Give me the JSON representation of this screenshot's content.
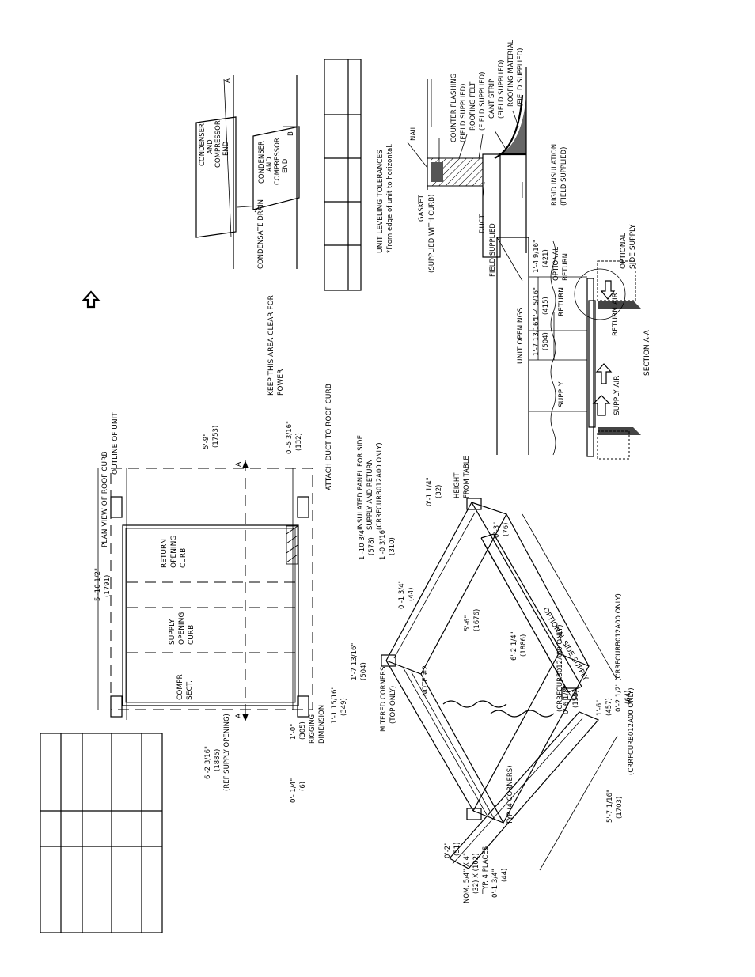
{
  "plan_view": {
    "label_plan_view": "PLAN VIEW OF ROOF CURB",
    "label_outline": "OUTLINE OF UNIT",
    "compr_lines": [
      "COMPR",
      "SECT."
    ],
    "supply_lines": [
      "SUPPLY",
      "OPENING",
      "CURB"
    ],
    "return_lines": [
      "RETURN",
      "OPENING",
      "CURB"
    ],
    "dim_overall": "5'-10 1/2\"",
    "dim_overall_mm": "(1791)",
    "dim_supply_ref": "6'-2 3/16\"",
    "dim_supply_ref_mm": "(1885)",
    "dim_supply_ref_note": "(REF SUPPLY OPENING)",
    "dim_5_9": "5'-9\"",
    "dim_5_9_mm": "(1753)",
    "dim_0_5": "0'-5 3/16\"",
    "dim_0_5_mm": "(132)",
    "dim_1_10": "1'-10 3/4\"",
    "dim_1_10_mm": "(578)",
    "dim_1_0_3": "1'-0 3/16\"",
    "dim_1_0_3_mm": "(310)",
    "dim_1_7": "1'-7 13/16\"",
    "dim_1_7_mm": "(504)",
    "dim_1_1": "1'-1 15/16\"",
    "dim_1_1_mm": "(349)",
    "dim_1_0": "1'-0\"",
    "dim_1_0_mm": "(305)",
    "rigging_lines": [
      "RIGGING",
      "DIMENSION"
    ],
    "dim_0_1_4": "0'- 1/4\"",
    "dim_0_1_4_mm": "(6)",
    "keep_clear_lines": [
      "KEEP THIS AREA CLEAR FOR",
      "POWER"
    ],
    "attach_duct": "ATTACH DUCT TO ROOF CURB",
    "section_mark": "A"
  },
  "iso_view": {
    "insulated_panel_lines": [
      "INSULATED PANEL FOR SIDE",
      "SUPPLY AND RETURN",
      "(CRRFCURB012A00 ONLY)"
    ],
    "dim_0_1_34_top": "0'-1 3/4\"",
    "dim_0_1_34_top_mm": "(44)",
    "dim_0_1_14": "0'-1 1/4\"",
    "dim_0_1_14_mm": "(32)",
    "height_lines": [
      "HEIGHT",
      "FROM TABLE"
    ],
    "dim_0_3": "0'-3\"",
    "dim_0_3_mm": "(76)",
    "dim_5_6": "5'-6\"",
    "dim_5_6_mm": "(1676)",
    "dim_5_6_note": "(CRRFCURB012A00 ONLY)",
    "optional_side_supply": "OPTIONAL SIDE SUPPLY",
    "dim_6_2_14": "6'-2 1/4\"",
    "dim_6_2_14_mm": "(1886)",
    "note2": "NOTE #2",
    "mitered_lines": [
      "MITERED CORNERS",
      "(TOP ONLY)"
    ],
    "typ_corners": "TYP (4 CORNERS)",
    "dim_0_6": "0'-6 1/8\"",
    "dim_0_6_mm": "(155)",
    "dim_0_6_note": "(CRRFCURB012A00 ONLY)",
    "dim_0_2_12": "0'-2 1/2\" (CRRFCURB012A00 ONLY)",
    "dim_0_2_12_mm": "(64)",
    "dim_1_6": "1'-6\"",
    "dim_1_6_mm": "(457)",
    "dim_1_6_note": "(CRRFCURB012A00 ONLY)",
    "dim_0_2": "0'-2\"",
    "dim_0_2_mm": "(51)",
    "nom_lines": [
      "NOM. 5/4\" X 4\"",
      "(32) X (102)",
      "TYP. 4 PLACES"
    ],
    "dim_0_1_34_bot": "0'-1 3/4\"",
    "dim_0_1_34_bot_mm": "(44)",
    "dim_5_7": "5'-7 1/16\"",
    "dim_5_7_mm": "(1703)"
  },
  "section_view": {
    "unit_openings": "UNIT OPENINGS",
    "dim_1_7": "1'-7 13/16\"",
    "dim_1_7_mm": "(504)",
    "dim_1_4_516": "1'-4 5/16\"",
    "dim_1_4_516_mm": "(415)",
    "dim_1_4_916": "1'-4 9/16\"",
    "dim_1_4_916_mm": "(421)",
    "supply": "SUPPLY",
    "return": "RETURN",
    "optional_return_lines": [
      "OPTIONAL",
      "RETURN"
    ],
    "optional_side_supply_lines": [
      "OPTIONAL",
      "SIDE SUPPLY"
    ],
    "supply_air": "SUPPLY AIR",
    "return_air": "RETURN AIR",
    "section_title": "SECTION A-A"
  },
  "roof_detail": {
    "gasket_lines": [
      "GASKET",
      "(SUPPLIED WITH CURB)"
    ],
    "duct_lines": [
      "DUCT",
      "FIELD SUPPLIED"
    ],
    "nail": "NAIL",
    "counter_flashing_lines": [
      "COUNTER FLASHING",
      "(FIELD SUPPLIED)"
    ],
    "roofing_felt_lines": [
      "ROOFING FELT",
      "(FIELD SUPPLIED)"
    ],
    "cant_strip_lines": [
      "CANT STRIP",
      "(FIELD SUPPLIED)"
    ],
    "roofing_material_lines": [
      "ROOFING MATERIAL",
      "(FIELD SUPPLIED)"
    ],
    "rigid_insulation_lines": [
      "RIGID INSULATION",
      "(FIELD SUPPLIED)"
    ]
  },
  "leveling": {
    "title": "UNIT LEVELING TOLERANCES",
    "subtitle": "*From edge of unit to horizontal.",
    "condenser_lines": [
      "CONDENSER",
      "AND",
      "COMPRESSOR",
      "END"
    ],
    "condensate_drain": "CONDENSATE DRAIN",
    "mark_a": "A",
    "mark_b": "B"
  }
}
